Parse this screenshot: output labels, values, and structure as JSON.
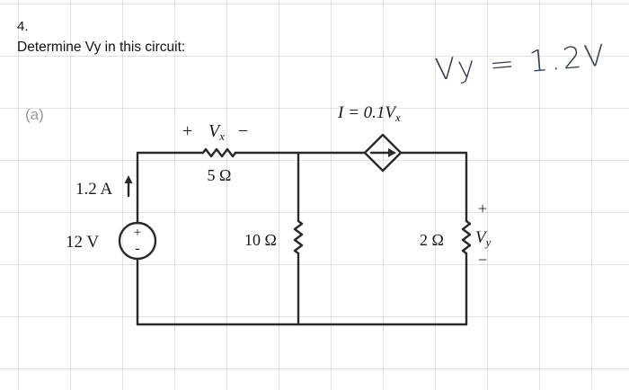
{
  "problem": {
    "number": "4.",
    "prompt": "Determine Vy in this circuit:",
    "part": "(a)"
  },
  "handwritten_answer": "Vy = 1.2V",
  "circuit": {
    "current_source_label": "1.2 A",
    "voltage_source_label": "12 V",
    "voltage_source_plus": "+",
    "voltage_source_minus": "-",
    "resistor_5_label": "5 Ω",
    "vx_plus": "+",
    "vx_symbol": "V",
    "vx_sub": "x",
    "vx_minus": "−",
    "resistor_10_label": "10 Ω",
    "dependent_source_label": "I = 0.1V",
    "dependent_source_sub": "x",
    "resistor_2_label": "2 Ω",
    "vy_plus": "+",
    "vy_symbol": "V",
    "vy_sub": "y",
    "vy_minus": "−"
  },
  "colors": {
    "wire": "#2a2a2a",
    "handwriting": "#334155",
    "part_label": "#9a9a9a"
  }
}
